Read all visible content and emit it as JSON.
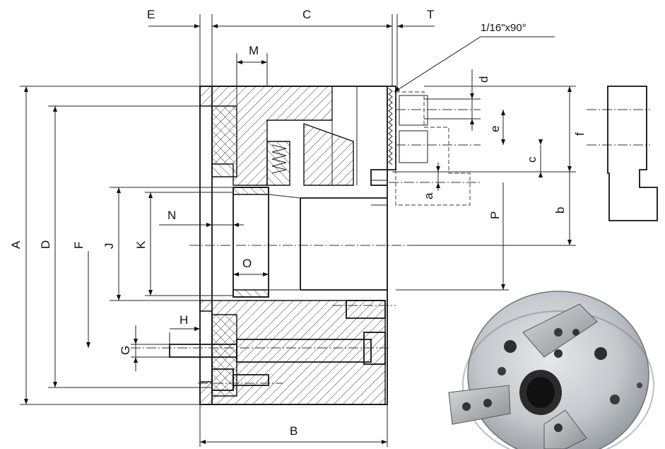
{
  "labels": {
    "E": "E",
    "C": "C",
    "T": "T",
    "chamfer": "1/16\"x90°",
    "M": "M",
    "d": "d",
    "e": "e",
    "f": "f",
    "c": "c",
    "a": "a",
    "b": "b",
    "P": "P",
    "A": "A",
    "D": "D",
    "F": "F",
    "J": "J",
    "K": "K",
    "N": "N",
    "O": "O",
    "H": "H",
    "G": "G",
    "B": "B"
  }
}
